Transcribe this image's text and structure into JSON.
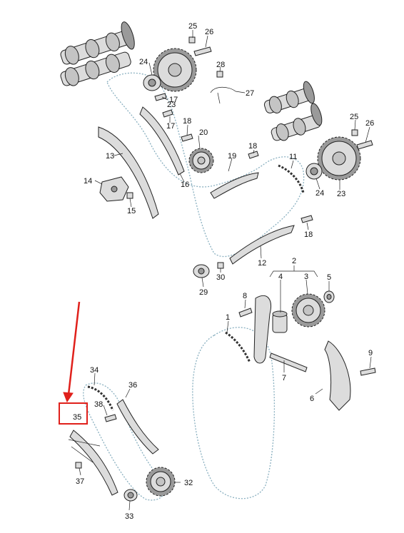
{
  "diagram": {
    "labels": [
      {
        "id": "25a",
        "text": "25"
      },
      {
        "id": "26a",
        "text": "26"
      },
      {
        "id": "24a",
        "text": "24"
      },
      {
        "id": "17a",
        "text": "17"
      },
      {
        "id": "28",
        "text": "28"
      },
      {
        "id": "27",
        "text": "27"
      },
      {
        "id": "17b",
        "text": "17"
      },
      {
        "id": "23a",
        "text": "23"
      },
      {
        "id": "18a",
        "text": "18"
      },
      {
        "id": "20",
        "text": "20"
      },
      {
        "id": "25b",
        "text": "25"
      },
      {
        "id": "26b",
        "text": "26"
      },
      {
        "id": "13",
        "text": "13"
      },
      {
        "id": "19",
        "text": "19"
      },
      {
        "id": "18b",
        "text": "18"
      },
      {
        "id": "11",
        "text": "11"
      },
      {
        "id": "14",
        "text": "14"
      },
      {
        "id": "16",
        "text": "16"
      },
      {
        "id": "24b",
        "text": "24"
      },
      {
        "id": "23b",
        "text": "23"
      },
      {
        "id": "15",
        "text": "15"
      },
      {
        "id": "18c",
        "text": "18"
      },
      {
        "id": "12",
        "text": "12"
      },
      {
        "id": "2",
        "text": "2"
      },
      {
        "id": "4",
        "text": "4"
      },
      {
        "id": "3",
        "text": "3"
      },
      {
        "id": "5",
        "text": "5"
      },
      {
        "id": "30",
        "text": "30"
      },
      {
        "id": "29",
        "text": "29"
      },
      {
        "id": "8",
        "text": "8"
      },
      {
        "id": "1",
        "text": "1"
      },
      {
        "id": "9",
        "text": "9"
      },
      {
        "id": "7",
        "text": "7"
      },
      {
        "id": "6",
        "text": "6"
      },
      {
        "id": "34",
        "text": "34"
      },
      {
        "id": "36",
        "text": "36"
      },
      {
        "id": "38",
        "text": "38"
      },
      {
        "id": "35",
        "text": "35"
      },
      {
        "id": "37",
        "text": "37"
      },
      {
        "id": "32",
        "text": "32"
      },
      {
        "id": "33",
        "text": "33"
      }
    ],
    "highlight": {
      "label": "35",
      "color": "#e0201b"
    }
  }
}
